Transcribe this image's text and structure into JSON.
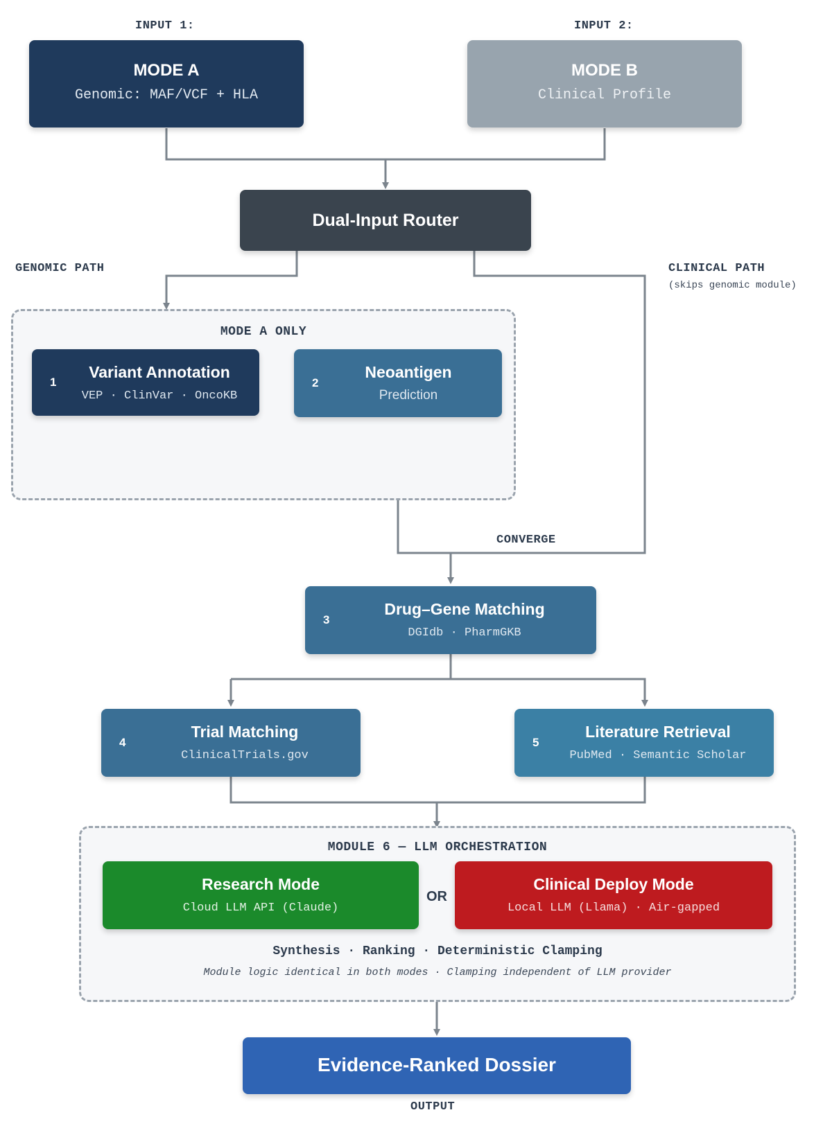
{
  "colors": {
    "navy": "#1f3a5c",
    "gray_mode_b": "#98a4ae",
    "router": "#3a444e",
    "steel_blue": "#3a6f95",
    "teal_blue": "#3b80a5",
    "green": "#1b8a2b",
    "red": "#be1b1f",
    "output_blue": "#2f64b4",
    "connector": "#7b848d"
  },
  "inputs": {
    "input1_label": "INPUT 1:",
    "input2_label": "INPUT 2:",
    "mode_a": {
      "title": "MODE A",
      "subtitle": "Genomic: MAF/VCF + HLA"
    },
    "mode_b": {
      "title": "MODE B",
      "subtitle": "Clinical Profile"
    }
  },
  "router": {
    "title": "Dual-Input Router"
  },
  "paths": {
    "genomic": "GENOMIC PATH",
    "clinical": "CLINICAL PATH",
    "clinical_note": "(skips genomic module)",
    "converge": "CONVERGE"
  },
  "mode_a_zone": {
    "title": "MODE A ONLY",
    "module1": {
      "number": "1",
      "title": "Variant Annotation",
      "subtitle": "VEP · ClinVar · OncoKB"
    },
    "module2": {
      "number": "2",
      "title": "Neoantigen",
      "subtitle": "Prediction"
    }
  },
  "module3": {
    "number": "3",
    "title": "Drug–Gene Matching",
    "subtitle": "DGIdb · PharmGKB"
  },
  "module4": {
    "number": "4",
    "title": "Trial Matching",
    "subtitle": "ClinicalTrials.gov"
  },
  "module5": {
    "number": "5",
    "title": "Literature Retrieval",
    "subtitle": "PubMed · Semantic Scholar"
  },
  "module6": {
    "title": "MODULE 6 — LLM ORCHESTRATION",
    "research": {
      "title": "Research Mode",
      "subtitle": "Cloud LLM API (Claude)"
    },
    "or_label": "OR",
    "clinical": {
      "title": "Clinical Deploy Mode",
      "subtitle": "Local LLM (Llama) · Air-gapped"
    },
    "functions": "Synthesis · Ranking · Deterministic Clamping",
    "note": "Module logic identical in both modes · Clamping independent of LLM provider"
  },
  "output": {
    "title": "Evidence-Ranked Dossier",
    "label": "OUTPUT"
  }
}
